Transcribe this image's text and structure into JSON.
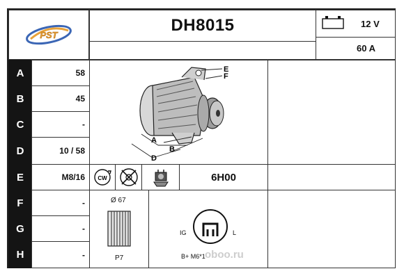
{
  "header": {
    "logo_text": "PST",
    "part_number": "DH8015",
    "voltage": "12 V",
    "amperage": "60 A"
  },
  "specs": [
    {
      "letter": "A",
      "value": "58"
    },
    {
      "letter": "B",
      "value": "45"
    },
    {
      "letter": "C",
      "value": "-"
    },
    {
      "letter": "D",
      "value": "10 / 58"
    },
    {
      "letter": "E",
      "value": "M8/16"
    },
    {
      "letter": "F",
      "value": "-"
    },
    {
      "letter": "G",
      "value": "-"
    },
    {
      "letter": "H",
      "value": "-"
    }
  ],
  "drawing": {
    "labels": {
      "A": "A",
      "B": "B",
      "D": "D",
      "E": "E",
      "F": "F"
    }
  },
  "rotation": {
    "label": "CW"
  },
  "clock_position": "6H00",
  "pulley": {
    "diameter": "Ø 67",
    "type": "P7"
  },
  "connector": {
    "left": "IG",
    "right": "L",
    "bottom": "B+ M6*1"
  },
  "watermark": "oboo.ru",
  "colors": {
    "accent_orange": "#e8a23a",
    "logo_blue": "#3b66b5",
    "ink": "#141414"
  },
  "icons": [
    "battery-icon",
    "rotation-icon",
    "no-fan-icon",
    "regulator-icon"
  ]
}
